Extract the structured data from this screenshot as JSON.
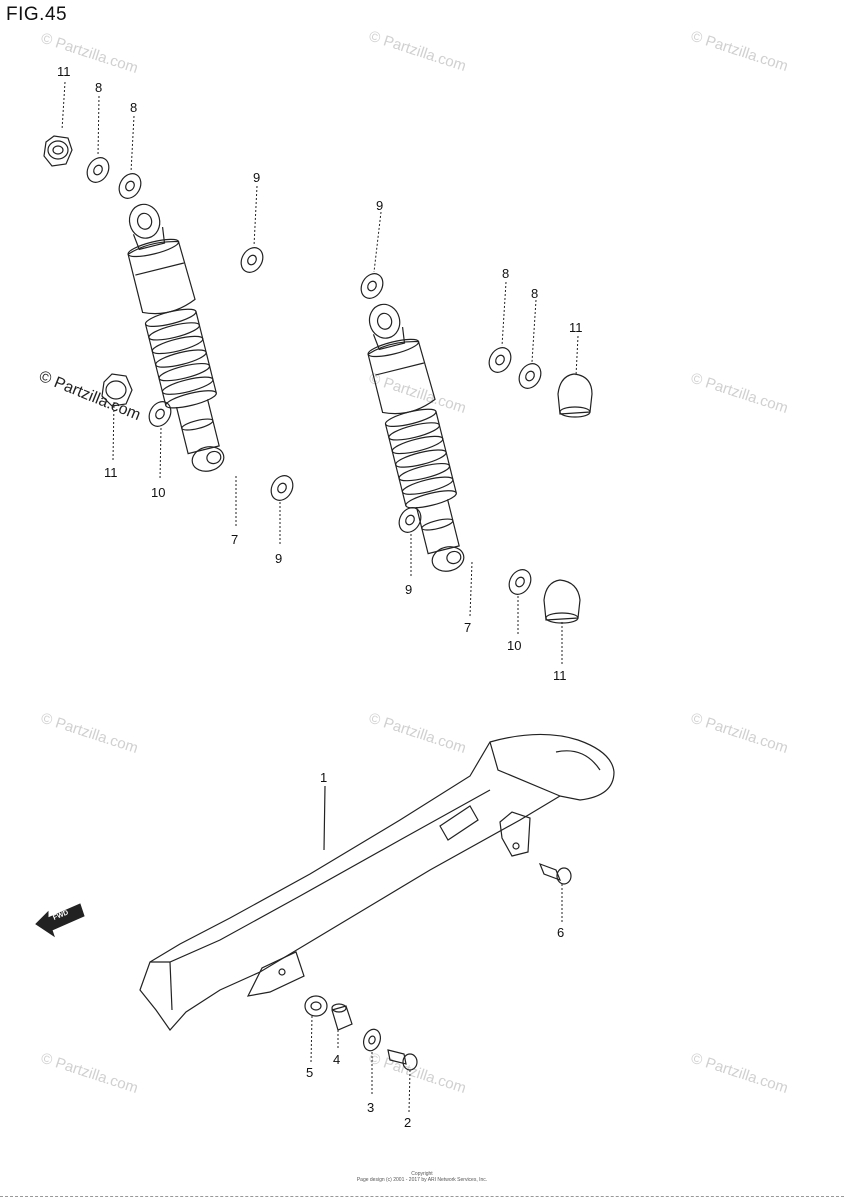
{
  "figure": {
    "title": "FIG.45"
  },
  "watermark": {
    "text": "© Partzilla.com"
  },
  "fwd_arrow": {
    "label": "FWD"
  },
  "footer": {
    "line1": "Copyright",
    "line2": "Page design (c) 2001 - 2017 by ARI Network Services, Inc."
  },
  "callouts": {
    "c11a": "11",
    "c8a": "8",
    "c8b": "8",
    "c9a": "9",
    "c11b": "11",
    "c10a": "10",
    "c7a": "7",
    "c9b": "9",
    "c9c": "9",
    "c8c": "8",
    "c8d": "8",
    "c11c": "11",
    "c9d": "9",
    "c10b": "10",
    "c7b": "7",
    "c11d": "11",
    "c1": "1",
    "c6": "6",
    "c5": "5",
    "c4": "4",
    "c3": "3",
    "c2": "2"
  }
}
